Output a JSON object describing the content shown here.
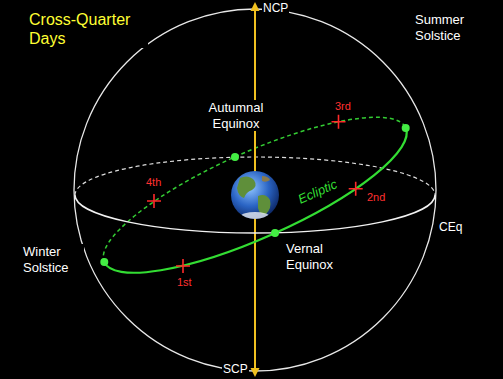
{
  "diagram": {
    "title": "Cross-Quarter Days",
    "labels": [
      "NCP",
      "Autumnal Equinox",
      "3rd",
      "Summer Solstice",
      "4th",
      "2nd",
      "CEq",
      "Ecliptic",
      "Winter Solstice",
      "1st",
      "Vernal Equinox",
      "SCP"
    ]
  }
}
